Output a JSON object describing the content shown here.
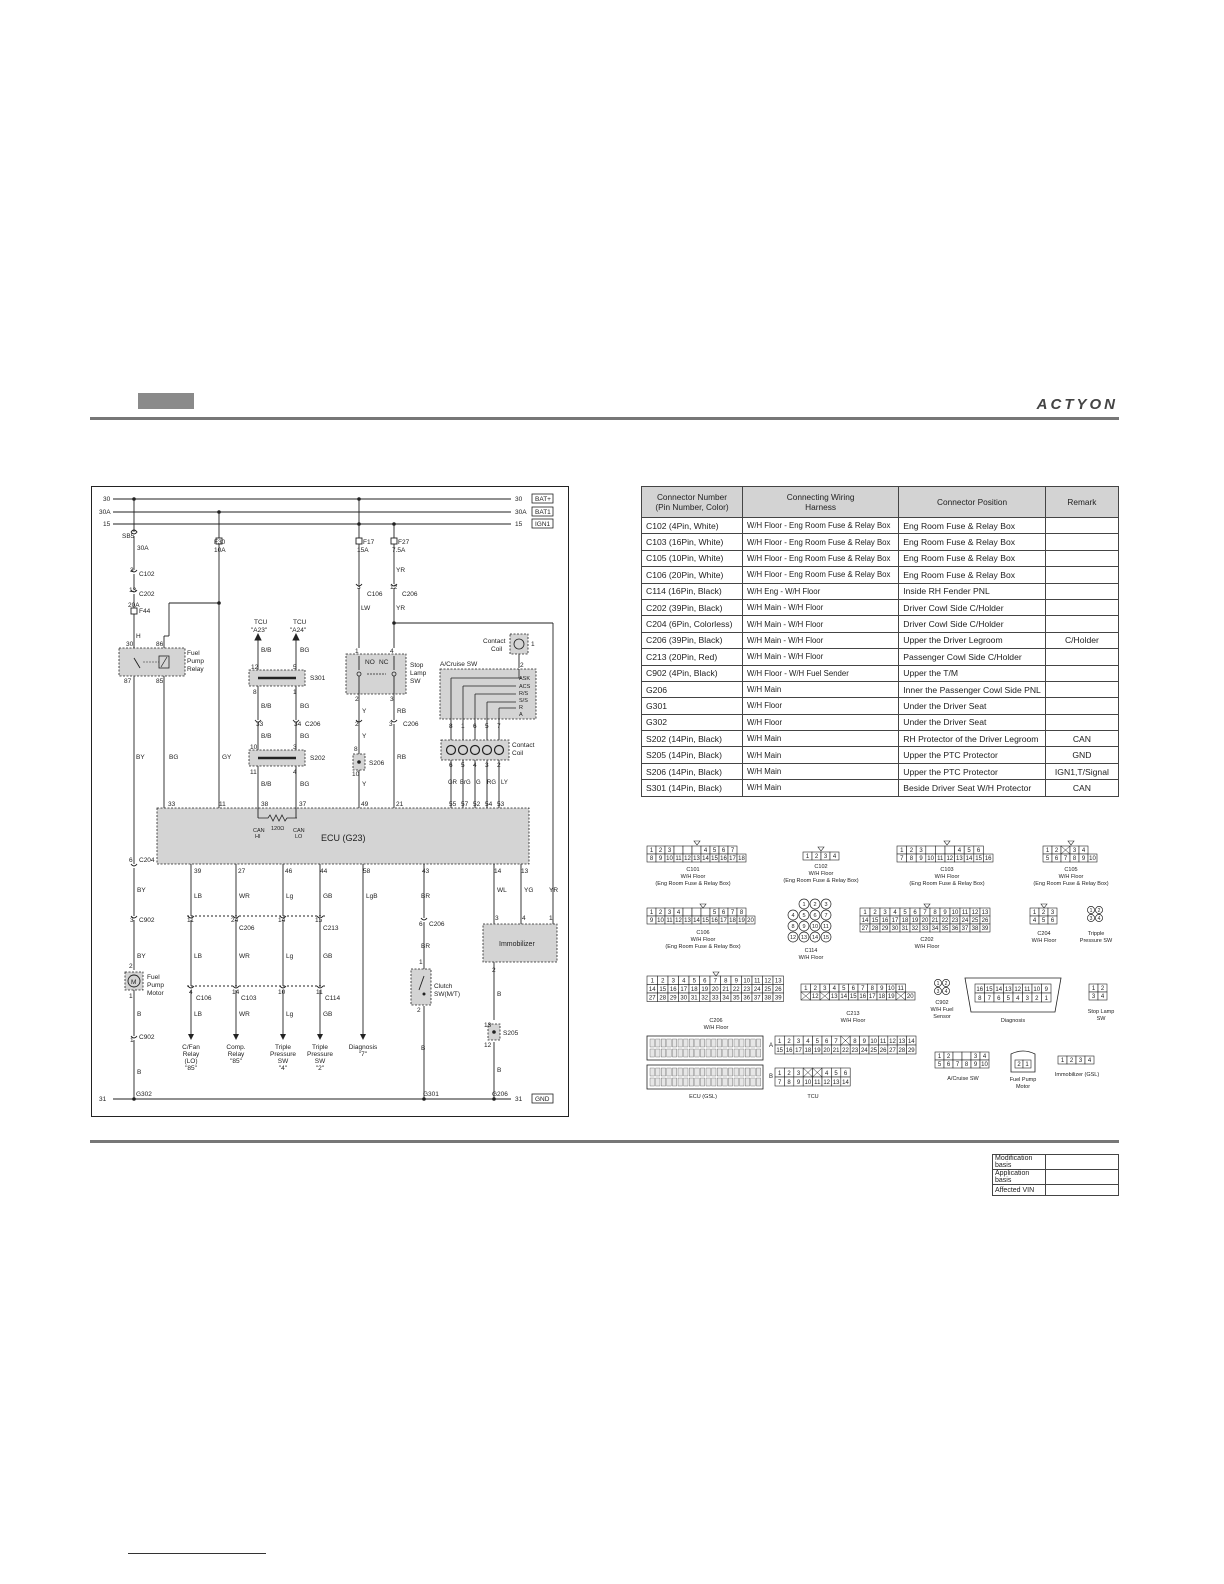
{
  "header": {
    "brand": "ACTYON"
  },
  "wiring": {
    "rails": [
      {
        "left": "30",
        "right": "30",
        "tag": "BAT+"
      },
      {
        "left": "30A",
        "right": "30A",
        "tag": "BAT1"
      },
      {
        "left": "15",
        "right": "15",
        "tag": "IGN1"
      }
    ],
    "ground": {
      "left": "31",
      "right": "31",
      "tag": "GND"
    },
    "fuses": {
      "sb5": "SB5",
      "sb5_amp": "30A",
      "f30": "F30",
      "f30_amp": "10A",
      "f17": "F17",
      "f17_amp": "15A",
      "f27": "F27",
      "f27_amp": "7.5A",
      "f44": "F44",
      "f44_amp": "20A"
    },
    "conn": {
      "c102": "C102",
      "c202": "C202",
      "c106": "C106",
      "c206": "C206",
      "c204": "C204",
      "c902": "C902",
      "c213": "C213",
      "c114": "C114",
      "c103": "C103"
    },
    "pins": {
      "p3": "3",
      "p13": "13",
      "p12": "12",
      "p9": "9",
      "p10": "10",
      "p11": "11",
      "p5": "5",
      "p8": "8",
      "p1": "1",
      "p2": "2",
      "p4": "4",
      "p33": "33",
      "p34": "34",
      "p6": "6",
      "p7": "7",
      "p14": "14",
      "p15": "15",
      "p24": "24",
      "p30": "30",
      "p86": "86",
      "p87": "87",
      "p85": "85"
    },
    "wires": {
      "h": "H",
      "lw": "LW",
      "yr": "YR",
      "bb": "B/B",
      "bg": "BG",
      "by": "BY",
      "gy": "GY",
      "y": "Y",
      "rb": "RB",
      "b": "B",
      "lb": "LB",
      "wr": "WR",
      "lg": "Lg",
      "gb": "GB",
      "lgb": "LgB",
      "br": "BR",
      "wl": "WL",
      "yg": "YG",
      "gr": "GR",
      "brg": "BrG",
      "g": "G",
      "rg": "RG",
      "ly": "LY"
    },
    "tcu1": "TCU",
    "tcu1_pin": "\"A23\"",
    "tcu2": "TCU",
    "tcu2_pin": "\"A24\"",
    "splices": {
      "s301": "S301",
      "s202": "S202",
      "s206": "S206",
      "s205": "S205"
    },
    "relay": [
      "Fuel",
      "Pump",
      "Relay"
    ],
    "stop_lamp": [
      "Stop",
      "Lamp",
      "SW"
    ],
    "no": "NO",
    "nc": "NC",
    "acruise": "A/Cruise SW",
    "ac_keys": {
      "ask": "ASK",
      "acs": "ACS",
      "rs": "R/S",
      "ss": "S/S",
      "r": "R",
      "a": "A"
    },
    "contact_coil_top": [
      "Contact",
      "Coil"
    ],
    "contact_coil": [
      "Contact",
      "Coil"
    ],
    "ecu": "ECU (G23)",
    "ecu_pins_top": {
      "p33": "33",
      "p11": "11",
      "p38": "38",
      "p37": "37",
      "p49": "49",
      "p21": "21",
      "p55": "55",
      "p57": "57",
      "p52": "52",
      "p54": "54",
      "p53": "53"
    },
    "ecu_pins_bottom": {
      "p39": "39",
      "p27": "27",
      "p46": "46",
      "p44": "44",
      "p58": "58",
      "p43": "43",
      "p14": "14",
      "p13": "13"
    },
    "resistor": "120Ω",
    "can_hi": [
      "CAN",
      "HI"
    ],
    "can_lo": [
      "CAN",
      "LO"
    ],
    "fuel_pump": [
      "Fuel",
      "Pump",
      "Motor"
    ],
    "motor": "M",
    "clutch": [
      "Clutch",
      "SW(M/T)"
    ],
    "immobilizer": "Immobilizer",
    "outputs": [
      [
        "C/Fan",
        "Relay",
        "(LO)",
        "\"85\""
      ],
      [
        "Comp.",
        "Relay",
        "\"85\""
      ],
      [
        "Triple",
        "Pressure",
        "SW",
        "\"4\""
      ],
      [
        "Triple",
        "Pressure",
        "SW",
        "\"2\""
      ],
      [
        "Diagnosis",
        "\"7\""
      ]
    ],
    "grounds": {
      "g302": "G302",
      "g301": "G301",
      "g206": "G206"
    }
  },
  "connector_table": {
    "headers": [
      [
        "Connector Number",
        "(Pin Number, Color)"
      ],
      [
        "Connecting Wiring",
        "Harness"
      ],
      [
        "Connector Position"
      ],
      [
        "Remark"
      ]
    ],
    "rows": [
      [
        "C102 (4Pin, White)",
        "W/H Floor - Eng Room Fuse & Relay Box",
        "Eng Room Fuse & Relay Box",
        ""
      ],
      [
        "C103 (16Pin, White)",
        "W/H Floor - Eng Room Fuse & Relay Box",
        "Eng Room Fuse & Relay Box",
        ""
      ],
      [
        "C105 (10Pin, White)",
        "W/H Floor - Eng Room Fuse & Relay Box",
        "Eng Room Fuse & Relay Box",
        ""
      ],
      [
        "C106 (20Pin, White)",
        "W/H Floor - Eng Room Fuse & Relay Box",
        "Eng Room Fuse & Relay Box",
        ""
      ],
      [
        "C114 (16Pin, Black)",
        "W/H Eng - W/H Floor",
        "Inside RH Fender PNL",
        ""
      ],
      [
        "C202 (39Pin, Black)",
        "W/H Main - W/H Floor",
        "Driver Cowl Side C/Holder",
        ""
      ],
      [
        "C204 (6Pin, Colorless)",
        "W/H Main - W/H Floor",
        "Driver Cowl Side C/Holder",
        ""
      ],
      [
        "C206 (39Pin, Black)",
        "W/H Main - W/H Floor",
        "Upper the Driver Legroom",
        "C/Holder"
      ],
      [
        "C213 (20Pin, Red)",
        "W/H Main - W/H Floor",
        "Passenger Cowl Side C/Holder",
        ""
      ],
      [
        "C902 (4Pin, Black)",
        "W/H Floor - W/H Fuel Sender",
        "Upper the T/M",
        ""
      ],
      [
        "G206",
        "W/H Main",
        "Inner the Passenger Cowl Side PNL",
        ""
      ],
      [
        "G301",
        "W/H Floor",
        "Under the Driver Seat",
        ""
      ],
      [
        "G302",
        "W/H Floor",
        "Under the Driver Seat",
        ""
      ],
      [
        "S202 (14Pin, Black)",
        "W/H Main",
        "RH Protector of the Driver Legroom",
        "CAN"
      ],
      [
        "S205 (14Pin, Black)",
        "W/H Main",
        "Upper the PTC Protector",
        "GND"
      ],
      [
        "S206 (14Pin, Black)",
        "W/H Main",
        "Upper the PTC Protector",
        "IGN1,T/Signal"
      ],
      [
        "S301 (14Pin, Black)",
        "W/H Main",
        "Beside Driver Seat W/H Protector",
        "CAN"
      ]
    ]
  },
  "connectors": {
    "c101": [
      "C101",
      "W/H Floor",
      "(Eng Room Fuse & Relay Box)"
    ],
    "c102": [
      "C102",
      "W/H Floor",
      "(Eng Room Fuse & Relay Box)"
    ],
    "c103": [
      "C103",
      "W/H Floor",
      "(Eng Room Fuse & Relay Box)"
    ],
    "c105": [
      "C105",
      "W/H Floor",
      "(Eng Room Fuse & Relay Box)"
    ],
    "c106": [
      "C106",
      "W/H Floor",
      "(Eng Room Fuse & Relay Box)"
    ],
    "c114": [
      "C114",
      "W/H Floor"
    ],
    "c202": [
      "C202",
      "W/H Floor"
    ],
    "c204": [
      "C204",
      "W/H Floor"
    ],
    "tripple": [
      "Tripple",
      "Pressure SW"
    ],
    "c206": [
      "C206",
      "W/H Floor"
    ],
    "c213": [
      "C213",
      "W/H Floor"
    ],
    "c902": [
      "C902",
      "W/H Fuel",
      "Sensor"
    ],
    "diagnosis": [
      "Diagnosis"
    ],
    "stoplamp": [
      "Stop Lamp",
      "SW"
    ],
    "ecu": [
      "ECU (GSL)"
    ],
    "tcu": [
      "TCU"
    ],
    "acruise": [
      "A/Cruise SW"
    ],
    "fuelpump": [
      "Fuel Pump",
      "Motor"
    ],
    "immobilizer": [
      "Immobilizer (GSL)"
    ],
    "tcu_rows": {
      "a": "A",
      "b": "B"
    }
  },
  "modification_table": {
    "rows": [
      {
        "label": "Modification basis",
        "value": ""
      },
      {
        "label": "Application basis",
        "value": ""
      },
      {
        "label": "Affected VIN",
        "value": ""
      }
    ]
  }
}
